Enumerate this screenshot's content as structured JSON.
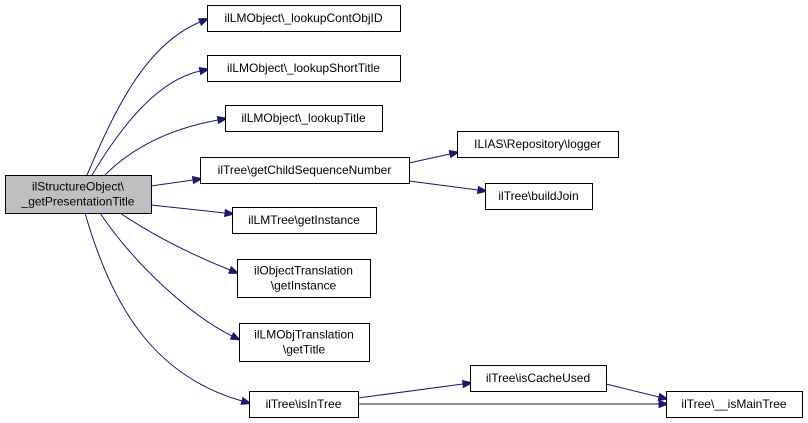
{
  "diagram": {
    "type": "call-graph",
    "colors": {
      "edge": "#191970",
      "root_fill": "#bfbfbf",
      "node_fill": "#ffffff",
      "border": "#000000"
    },
    "nodes": [
      {
        "id": "root",
        "lines": [
          "ilStructureObject\\",
          "_getPresentationTitle"
        ]
      },
      {
        "id": "lookupContObjID",
        "lines": [
          "ilLMObject\\_lookupContObjID"
        ]
      },
      {
        "id": "lookupShortTitle",
        "lines": [
          "ilLMObject\\_lookupShortTitle"
        ]
      },
      {
        "id": "lookupTitle",
        "lines": [
          "ilLMObject\\_lookupTitle"
        ]
      },
      {
        "id": "getChildSequenceNumber",
        "lines": [
          "ilTree\\getChildSequenceNumber"
        ]
      },
      {
        "id": "logger",
        "lines": [
          "ILIAS\\Repository\\logger"
        ]
      },
      {
        "id": "buildJoin",
        "lines": [
          "ilTree\\buildJoin"
        ]
      },
      {
        "id": "lmTreeGetInstance",
        "lines": [
          "ilLMTree\\getInstance"
        ]
      },
      {
        "id": "objTransGetInstance",
        "lines": [
          "ilObjectTranslation",
          "\\getInstance"
        ]
      },
      {
        "id": "lmObjTransGetTitle",
        "lines": [
          "ilLMObjTranslation",
          "\\getTitle"
        ]
      },
      {
        "id": "isInTree",
        "lines": [
          "ilTree\\isInTree"
        ]
      },
      {
        "id": "isCacheUsed",
        "lines": [
          "ilTree\\isCacheUsed"
        ]
      },
      {
        "id": "isMainTree",
        "lines": [
          "ilTree\\__isMainTree"
        ]
      }
    ],
    "edges": [
      {
        "from": "root",
        "to": "lookupContObjID"
      },
      {
        "from": "root",
        "to": "lookupShortTitle"
      },
      {
        "from": "root",
        "to": "lookupTitle"
      },
      {
        "from": "root",
        "to": "getChildSequenceNumber"
      },
      {
        "from": "root",
        "to": "lmTreeGetInstance"
      },
      {
        "from": "root",
        "to": "objTransGetInstance"
      },
      {
        "from": "root",
        "to": "lmObjTransGetTitle"
      },
      {
        "from": "root",
        "to": "isInTree"
      },
      {
        "from": "getChildSequenceNumber",
        "to": "logger"
      },
      {
        "from": "getChildSequenceNumber",
        "to": "buildJoin"
      },
      {
        "from": "isInTree",
        "to": "isCacheUsed"
      },
      {
        "from": "isInTree",
        "to": "isMainTree"
      },
      {
        "from": "isCacheUsed",
        "to": "isMainTree"
      }
    ]
  }
}
